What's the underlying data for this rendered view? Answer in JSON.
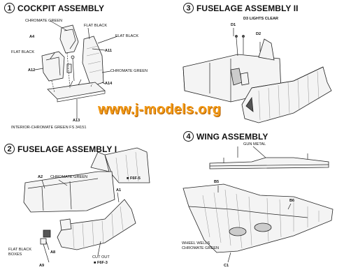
{
  "watermark": "www.j-models.org",
  "steps": [
    {
      "number": "1",
      "title": "COCKPIT ASSEMBLY"
    },
    {
      "number": "2",
      "title": "FUSELAGE ASSEMBLY I"
    },
    {
      "number": "3",
      "title": "FUSELAGE ASSEMBLY II"
    },
    {
      "number": "4",
      "title": "WING ASSEMBLY"
    }
  ],
  "labels": {
    "s1_chromate_green_top": "CHROMATE GREEN",
    "s1_flat_black_1": "FLAT BLACK",
    "s1_flat_black_2": "FLAT BLACK",
    "s1_flat_black_left": "FLAT BLACK",
    "s1_a4": "A4",
    "s1_a11": "A11",
    "s1_a12": "A12",
    "s1_chromate_green_right": "CHROMATE GREEN",
    "s1_a14": "A14",
    "s1_a13": "A13",
    "s1_interior": "INTERIOR-CHROMATE GREEN FS 34151",
    "s2_a2": "A2",
    "s2_chromate_green": "CHROMATE GREEN",
    "s2_f6f5": "F6F-5",
    "s2_a1": "A1",
    "s2_flat_black": "FLAT BLACK",
    "s2_boxes": "BOXES",
    "s2_a8": "A8",
    "s2_a9": "A9",
    "s2_cut_out": "CUT OUT",
    "s2_f6f3": "F6F-3",
    "s3_d1": "D1",
    "s3_d3": "D3 LIGHTS CLEAR",
    "s3_d2": "D2",
    "s4_gun_metal": "GUN METAL",
    "s4_b5": "B5",
    "s4_b6": "B6",
    "s4_wheel_wells": "WHEEL WELLS",
    "s4_chromate_green": "CHROMATE GREEN",
    "s4_c1": "C1"
  }
}
